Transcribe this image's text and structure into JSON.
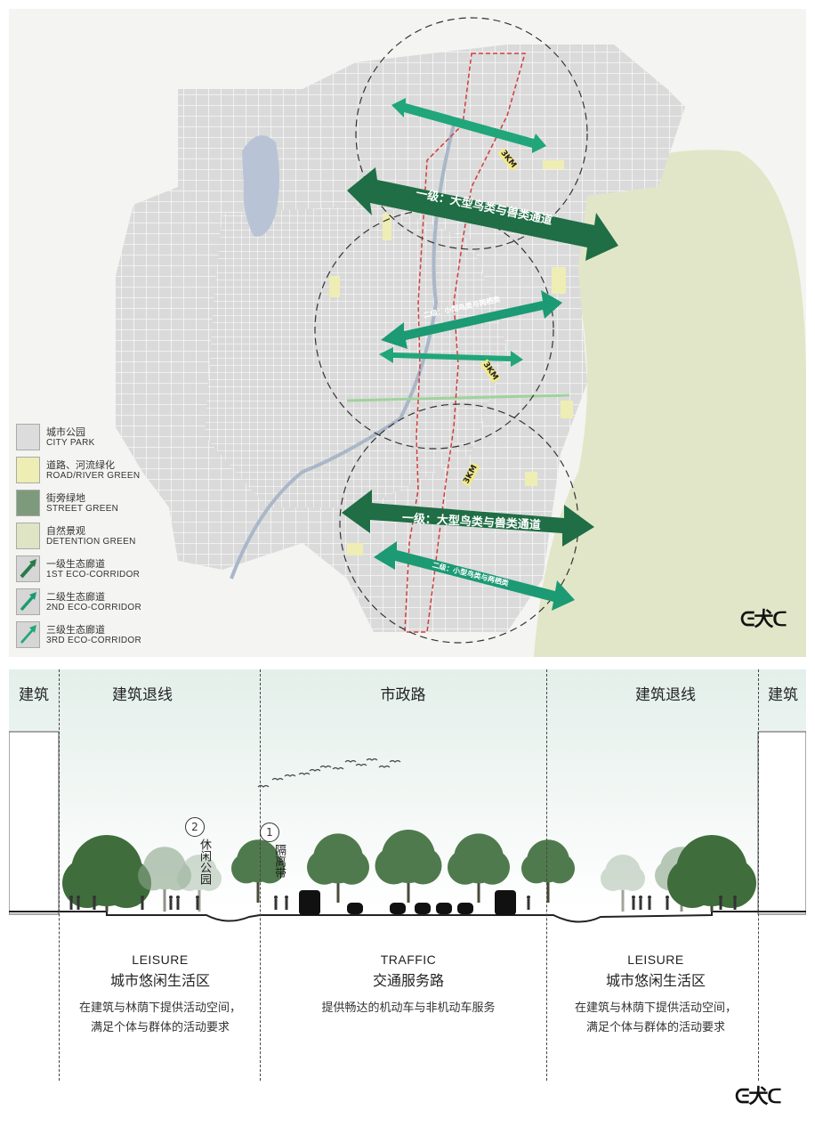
{
  "map": {
    "legend": [
      {
        "cn": "城市公园",
        "en": "CITY PARK",
        "color": "#dcdcdc",
        "kind": "fill"
      },
      {
        "cn": "道路、河流绿化",
        "en": "ROAD/RIVER GREEN",
        "color": "#eeeeb4",
        "kind": "fill"
      },
      {
        "cn": "街旁绿地",
        "en": "STREET GREEN",
        "color": "#7e9a7c",
        "kind": "fill"
      },
      {
        "cn": "自然景观",
        "en": "DETENTION GREEN",
        "color": "#dfe4c4",
        "kind": "fill"
      },
      {
        "cn": "一级生态廊道",
        "en": "1ST ECO-CORRIDOR",
        "color": "#2a7a4a",
        "kind": "arrow"
      },
      {
        "cn": "二级生态廊道",
        "en": "2ND ECO-CORRIDOR",
        "color": "#1a9a72",
        "kind": "arrow"
      },
      {
        "cn": "三级生态廊道",
        "en": "3RD ECO-CORRIDOR",
        "color": "#22a878",
        "kind": "arrow"
      }
    ],
    "corridor_labels": {
      "primary_north": "一级：大型鸟类与兽类通道",
      "primary_south": "一级：大型鸟类与兽类通道",
      "secondary_north": "二级：小型鸟类与两栖类",
      "secondary_south": "二级：小型鸟类与两栖类"
    },
    "radius_labels": [
      "3KM",
      "3KM",
      "3KM"
    ],
    "colors": {
      "primary": "#1f6e45",
      "secondary": "#1b9a74",
      "tertiary": "#20a67a",
      "city_block": "#dedede",
      "road": "#ffffff",
      "boundary": "#d23c3c"
    }
  },
  "section": {
    "top_labels": {
      "building_left": "建筑",
      "setback_left": "建筑退线",
      "municipal_road": "市政路",
      "setback_right": "建筑退线",
      "building_right": "建筑"
    },
    "markers": [
      {
        "num": "2",
        "label": "休闲公园"
      },
      {
        "num": "1",
        "label": "隔离带"
      }
    ],
    "zones": [
      {
        "en": "LEISURE",
        "cn": "城市悠闲生活区",
        "text1": "在建筑与林荫下提供活动空间，",
        "text2": "满足个体与群体的活动要求"
      },
      {
        "en": "TRAFFIC",
        "cn": "交通服务路",
        "text1": "提供畅达的机动车与非机动车服务",
        "text2": ""
      },
      {
        "en": "LEISURE",
        "cn": "城市悠闲生活区",
        "text1": "在建筑与林荫下提供活动空间，",
        "text2": "满足个体与群体的活动要求"
      }
    ]
  },
  "logo": "ᕮ犬ᑕ"
}
